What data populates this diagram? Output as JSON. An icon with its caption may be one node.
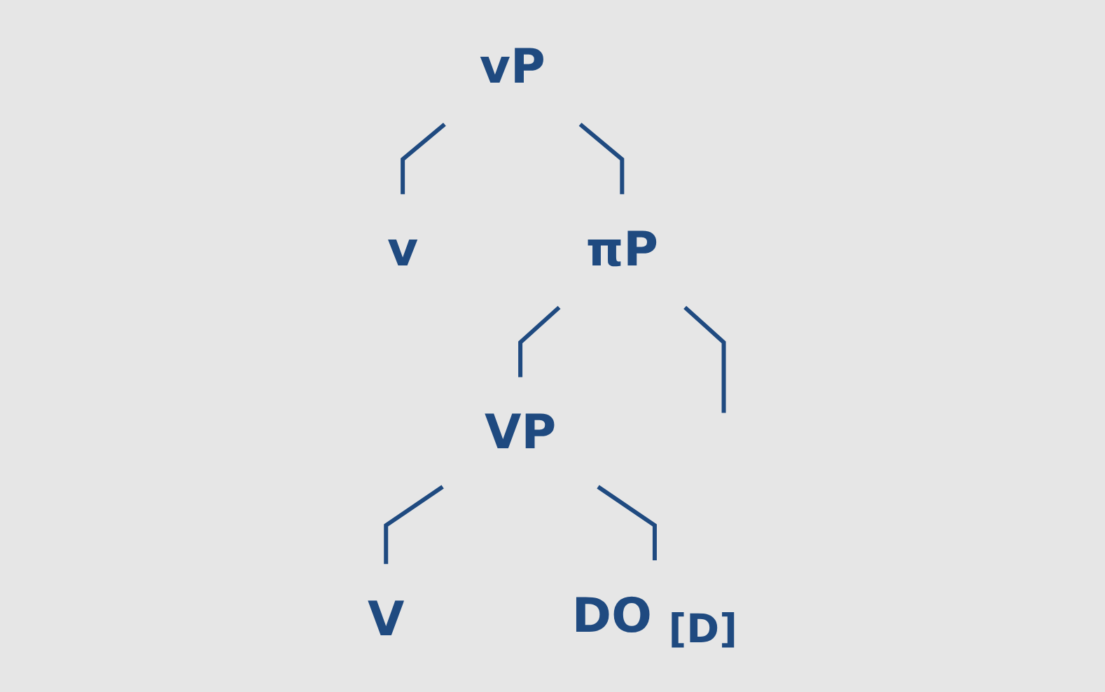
{
  "diagram": {
    "nodes": [
      {
        "text": [
          "vP"
        ]
      },
      {
        "text": [
          "v"
        ]
      },
      {
        "text": [
          "πP"
        ]
      },
      {
        "text": [
          "VP"
        ]
      },
      {
        "text": [
          "V"
        ]
      },
      {
        "text": [
          "DO"
        ],
        "beside": [
          "[D]"
        ]
      }
    ],
    "edges": [
      {
        "from": 0,
        "to": 1,
        "arrow": "none"
      },
      {
        "from": 0,
        "to": 2,
        "arrow": "none"
      },
      {
        "from": 2,
        "to": null,
        "arrow": "none"
      },
      {
        "from": 2,
        "to": 3,
        "arrow": "none"
      },
      {
        "from": 3,
        "to": 4,
        "arrow": "none"
      },
      {
        "from": 3,
        "to": 5,
        "arrow": "none"
      }
    ]
  }
}
